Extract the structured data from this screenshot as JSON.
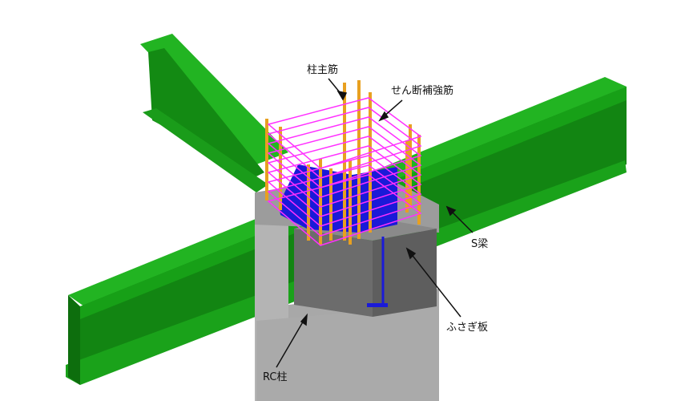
{
  "labels": {
    "main_rebar": "柱主筋",
    "shear_rebar": "せん断補強筋",
    "steel_beam": "S梁",
    "cover_plate": "ふさぎ板",
    "rc_column": "RC柱"
  },
  "colors": {
    "beam_top": "#22b422",
    "beam_face": "#138a13",
    "beam_dark": "#0d6e0d",
    "rc_column": "#a8a8a8",
    "steel_box": "#6c6c6c",
    "plate_blue": "#1a1ad8",
    "rebar": "#e8a020",
    "hoop": "#ff30ff"
  }
}
